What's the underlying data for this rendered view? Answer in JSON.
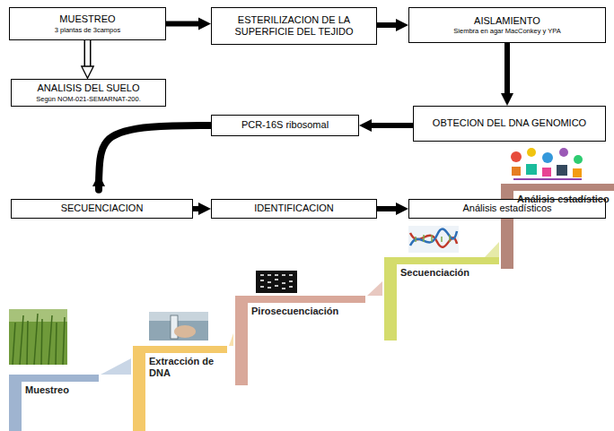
{
  "diagram": {
    "nodes": [
      {
        "text": [
          "MUESTREO",
          "3 plantas de 3campos"
        ]
      },
      {
        "text": [
          "ESTERILIZACION DE LA SUPERFICIE DEL TEJIDO"
        ]
      },
      {
        "text": [
          "AISLAMIENTO",
          "Siembra en agar MacConkey y YPA"
        ]
      },
      {
        "text": [
          "ANALISIS DEL SUELO",
          "Según NOM-021-SEMARNAT-200."
        ]
      },
      {
        "text": [
          "OBTECION DEL DNA GENOMICO"
        ]
      },
      {
        "text": [
          "PCR-16S ribosomal"
        ]
      },
      {
        "text": [
          "SECUENCIACION"
        ]
      },
      {
        "text": [
          "IDENTIFICACION"
        ]
      },
      {
        "text": [
          "Análisis estadísticos"
        ]
      },
      {
        "text": [
          "Muestreo"
        ]
      },
      {
        "text": [
          "Extracción de DNA"
        ]
      },
      {
        "text": [
          "Pirosecuenciación"
        ]
      },
      {
        "text": [
          "Secuenciación"
        ]
      },
      {
        "text": [
          "Análisis estadístico"
        ]
      }
    ],
    "edges": [
      {
        "from": 0,
        "to": 1,
        "arrow": "to"
      },
      {
        "from": 1,
        "to": 2,
        "arrow": "to"
      },
      {
        "from": 0,
        "to": 3,
        "arrow": "to"
      },
      {
        "from": 2,
        "to": 4,
        "arrow": "to"
      },
      {
        "from": 4,
        "to": 5,
        "arrow": "to"
      },
      {
        "from": 5,
        "to": 6,
        "arrow": "to"
      },
      {
        "from": 6,
        "to": 7,
        "arrow": "to"
      },
      {
        "from": 7,
        "to": 8,
        "arrow": "to"
      }
    ]
  }
}
